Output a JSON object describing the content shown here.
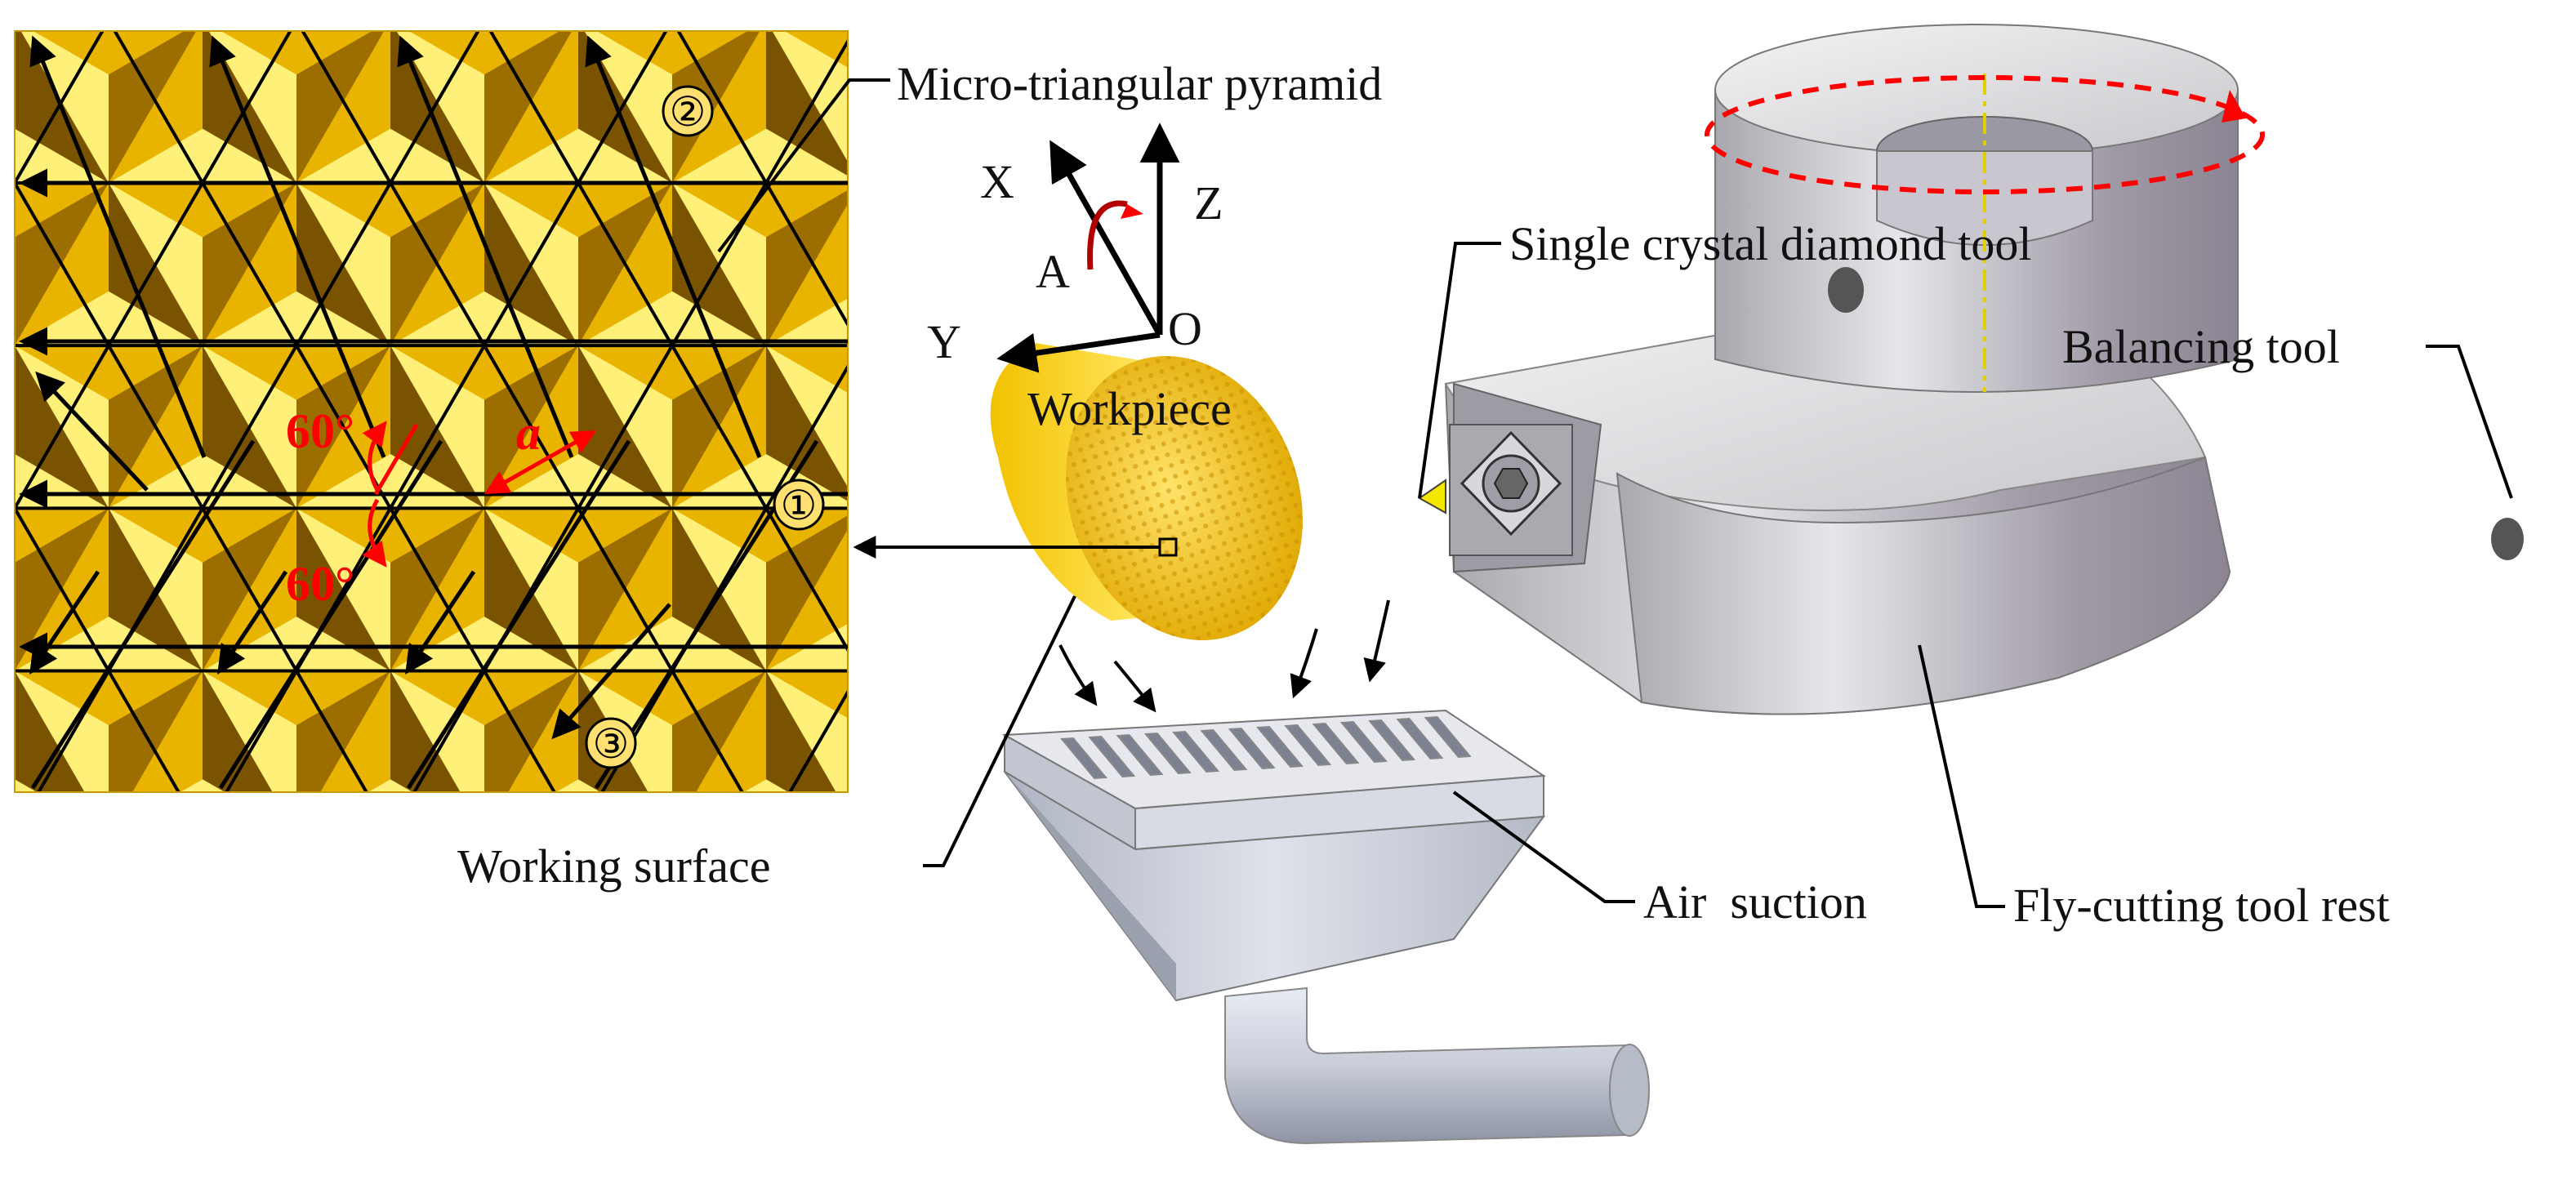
{
  "labels": {
    "micro_pyramid": "Micro-triangular pyramid",
    "diamond_tool": "Single crystal diamond tool",
    "balancing_tool": "Balancing tool",
    "workpiece": "Workpiece",
    "working_surface": "Working surface",
    "air_suction": "Air  suction",
    "tool_rest": "Fly-cutting tool rest"
  },
  "axes": {
    "x": "X",
    "y": "Y",
    "z": "Z",
    "o": "O",
    "a": "A"
  },
  "pattern": {
    "angle_top": "60°",
    "angle_bottom": "60°",
    "spacing": "a",
    "dir1": "①",
    "dir2": "②",
    "dir3": "③"
  },
  "colors": {
    "gold_light": "#fff07a",
    "gold_mid": "#e8b400",
    "gold_dark": "#7a5300",
    "gold_shadow": "#9c6e00",
    "metal": "#c4c4c8",
    "rotation": "#ff0000"
  }
}
